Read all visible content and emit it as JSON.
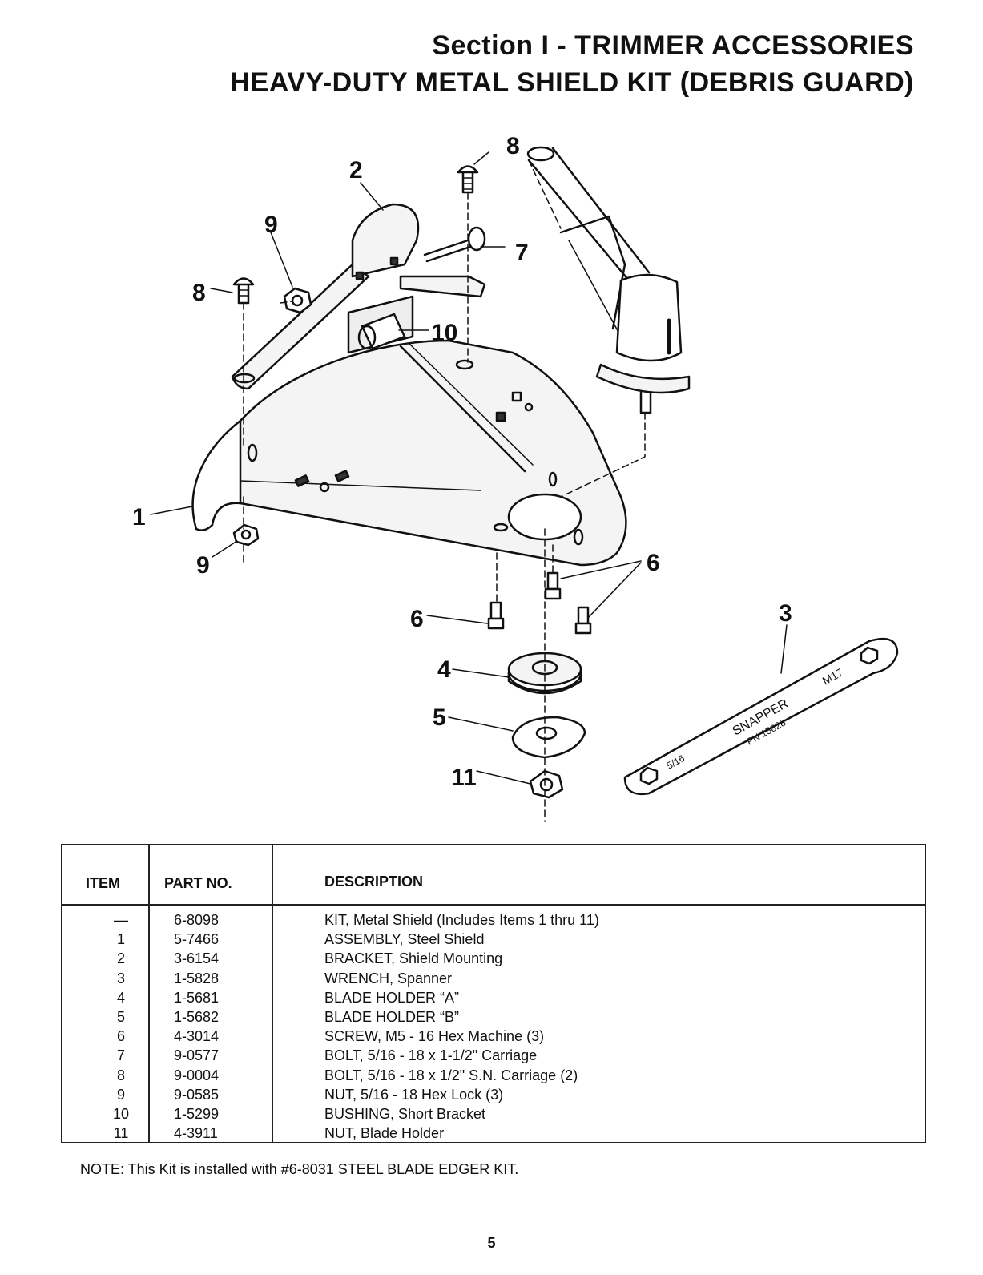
{
  "header": {
    "line1": "Section I - TRIMMER ACCESSORIES",
    "line2": "HEAVY-DUTY METAL SHIELD KIT (DEBRIS GUARD)"
  },
  "diagram": {
    "callouts": [
      "1",
      "2",
      "3",
      "4",
      "5",
      "6",
      "7",
      "8",
      "9",
      "10",
      "11"
    ],
    "wrench_text": {
      "brand": "SNAPPER",
      "pn": "PN 15828",
      "size_end": "M17",
      "size_start": "5/16"
    }
  },
  "table": {
    "headers": {
      "item": "ITEM",
      "part_no": "PART NO.",
      "description": "DESCRIPTION"
    },
    "rows": [
      {
        "item": "—",
        "part_no": "6-8098",
        "description": "KIT, Metal Shield (Includes Items 1 thru 11)"
      },
      {
        "item": "1",
        "part_no": "5-7466",
        "description": "ASSEMBLY, Steel Shield"
      },
      {
        "item": "2",
        "part_no": "3-6154",
        "description": "BRACKET, Shield Mounting"
      },
      {
        "item": "3",
        "part_no": "1-5828",
        "description": "WRENCH, Spanner"
      },
      {
        "item": "4",
        "part_no": "1-5681",
        "description": "BLADE HOLDER “A”"
      },
      {
        "item": "5",
        "part_no": "1-5682",
        "description": "BLADE HOLDER “B”"
      },
      {
        "item": "6",
        "part_no": "4-3014",
        "description": "SCREW, M5 - 16 Hex Machine (3)"
      },
      {
        "item": "7",
        "part_no": "9-0577",
        "description": "BOLT, 5/16 - 18 x 1-1/2\" Carriage"
      },
      {
        "item": "8",
        "part_no": "9-0004",
        "description": "BOLT, 5/16 - 18 x 1/2\" S.N. Carriage (2)"
      },
      {
        "item": "9",
        "part_no": "9-0585",
        "description": "NUT, 5/16 - 18 Hex Lock (3)"
      },
      {
        "item": "10",
        "part_no": "1-5299",
        "description": "BUSHING, Short Bracket"
      },
      {
        "item": "11",
        "part_no": "4-3911",
        "description": "NUT, Blade Holder"
      }
    ]
  },
  "note": "NOTE:  This Kit is installed with #6-8031 STEEL BLADE EDGER KIT.",
  "page_number": "5"
}
